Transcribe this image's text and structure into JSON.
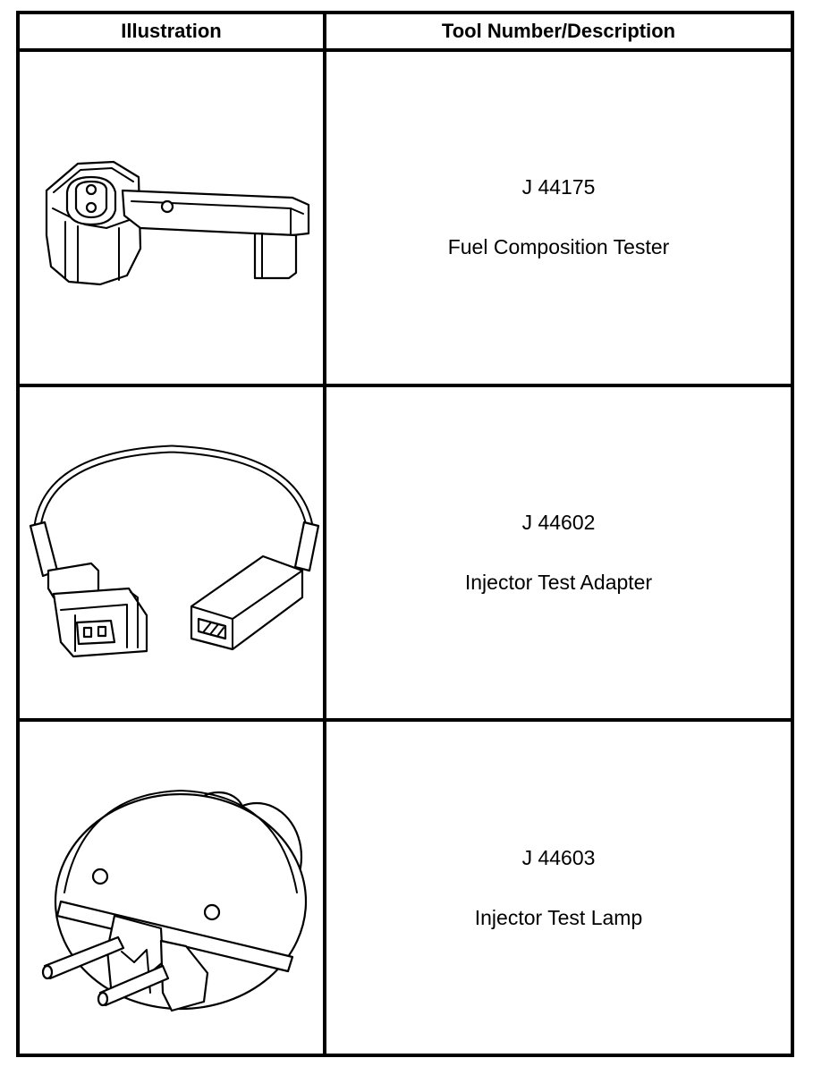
{
  "table": {
    "headers": {
      "illustration": "Illustration",
      "tool": "Tool Number/Description"
    },
    "rows": [
      {
        "tool_number": "J 44175",
        "description": "Fuel Composition Tester",
        "icon": "fuel-composition-tester-icon"
      },
      {
        "tool_number": "J 44602",
        "description": "Injector Test Adapter",
        "icon": "injector-test-adapter-icon"
      },
      {
        "tool_number": "J 44603",
        "description": "Injector Test Lamp",
        "icon": "injector-test-lamp-icon"
      }
    ]
  }
}
